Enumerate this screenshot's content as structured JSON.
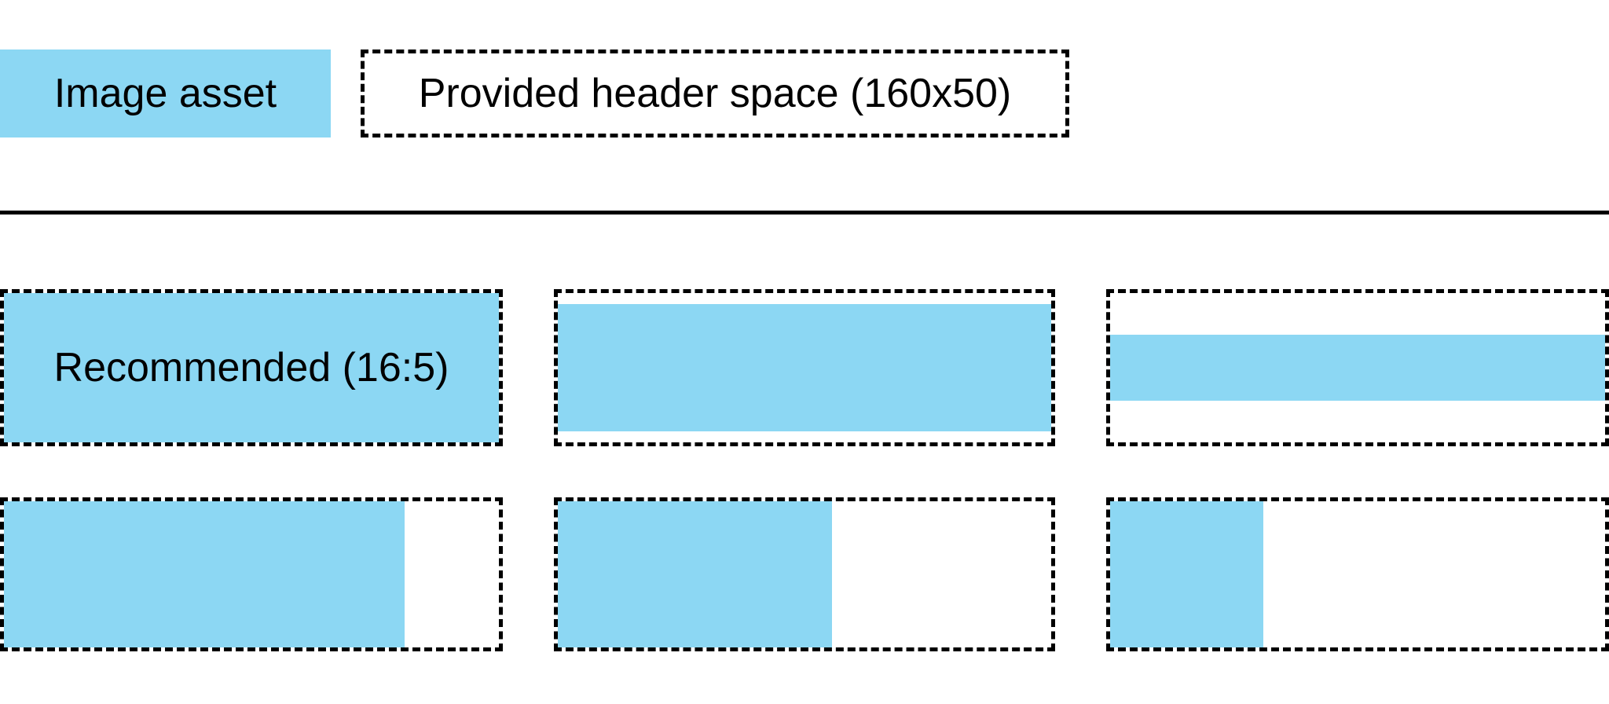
{
  "colors": {
    "asset_blue": "#8CD7F3",
    "line_black": "#000000",
    "text_black": "#000000"
  },
  "legend": {
    "swatch_label": "Image asset",
    "header_space_label": "Provided header space (160x50)"
  },
  "diagram": {
    "header_space_size": "160x50",
    "recommended_ratio": "16:5",
    "cells": [
      {
        "id": "recommended-16x5",
        "row": 1,
        "col": 1,
        "label": "Recommended (16:5)",
        "fill_width_pct": 100,
        "fill_height_pct": 100
      },
      {
        "id": "wide-asset-letterboxed",
        "row": 1,
        "col": 2,
        "label": "",
        "fill_width_pct": 100,
        "fill_height_pct": 85
      },
      {
        "id": "wider-asset-letterboxed",
        "row": 1,
        "col": 3,
        "label": "",
        "fill_width_pct": 100,
        "fill_height_pct": 44
      },
      {
        "id": "tall-asset-pillarboxed-large",
        "row": 2,
        "col": 1,
        "label": "",
        "fill_width_pct": 81,
        "fill_height_pct": 100
      },
      {
        "id": "tall-asset-pillarboxed-medium",
        "row": 2,
        "col": 2,
        "label": "",
        "fill_width_pct": 55.5,
        "fill_height_pct": 100
      },
      {
        "id": "tall-asset-pillarboxed-small",
        "row": 2,
        "col": 3,
        "label": "",
        "fill_width_pct": 31,
        "fill_height_pct": 100
      }
    ]
  }
}
